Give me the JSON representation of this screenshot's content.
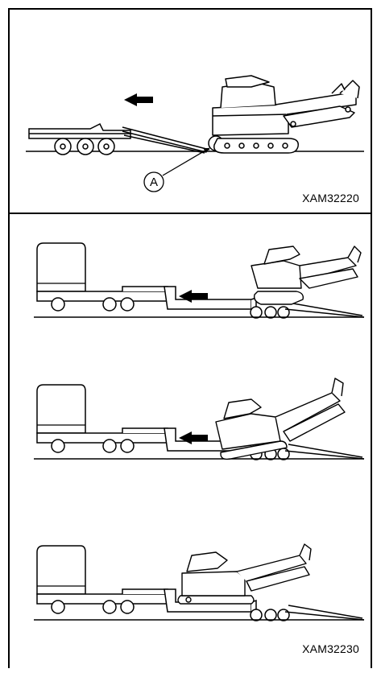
{
  "figure_top": {
    "callout_label": "A",
    "code": "XAM32220"
  },
  "figure_bottom": {
    "code": "XAM32230"
  },
  "colors": {
    "line": "#000000",
    "background": "#ffffff"
  },
  "icons": [
    "arrow-left-icon",
    "excavator-icon",
    "trailer-icon",
    "truck-cab-icon",
    "roller-icon"
  ]
}
